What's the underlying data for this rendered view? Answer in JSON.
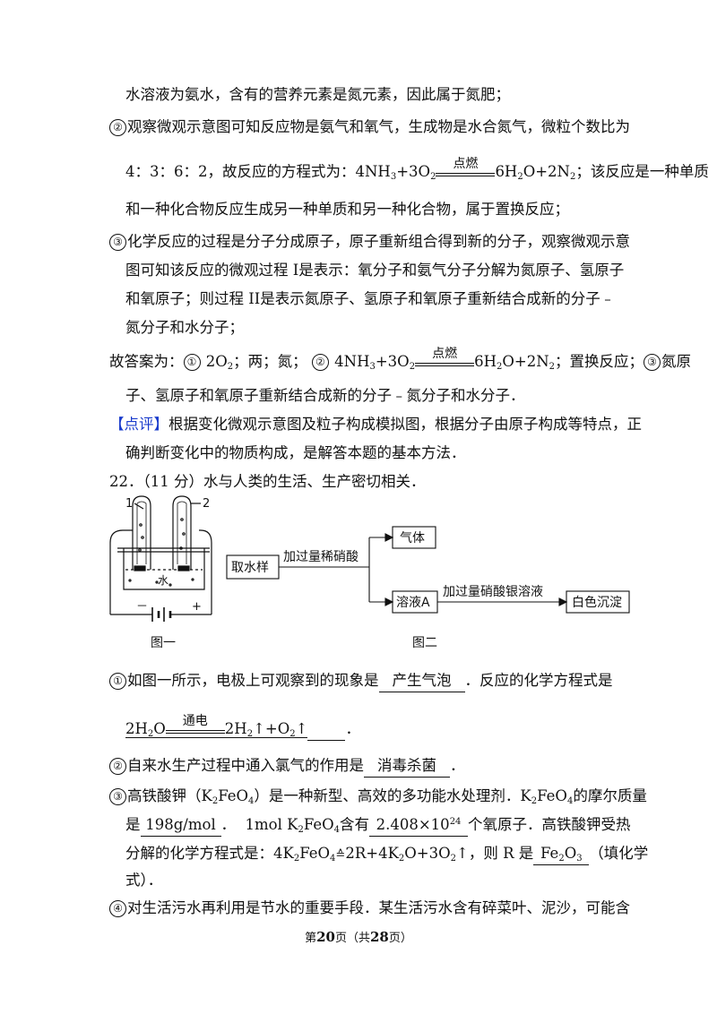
{
  "lines": {
    "l1": "水溶液为氨水，含有的营养元素是氮元素，因此属于氮肥；",
    "l2_circ": "②",
    "l2": "观察微观示意图可知反应物是氨气和氧气，生成物是水合氮气，微粒个数比为",
    "l3_pre": "4：3：6：2，故反应的方程式为：4NH",
    "l3_cond": "点燃",
    "l3_post": "；该反应是一种单质",
    "l4": "和一种化合物反应生成另一种单质和另一种化合物，属于置换反应；",
    "l5_circ": "③",
    "l5": "化学反应的过程是分子分成原子，原子重新组合得到新的分子，观察微观示意",
    "l6": "图可知该反应的微观过程  I是表示：氧分子和氨气分子分解为氮原子、氢原子",
    "l7": "和氧原子；则过程  II是表示氮原子、氢原子和氧原子重新结合成新的分子﹣",
    "l8": "氮分子和水分子；",
    "l9_pre": "故答案为：",
    "l9_a": "2O",
    "l9_b": "；两；氮；",
    "l9_c": "4NH",
    "l9_cond": "点燃",
    "l9_d": "；置换反应；",
    "l9_e": "氮原",
    "l10": "子、氢原子和氧原子重新结合成新的分子﹣氮分子和水分子．",
    "l11_tag": "【点评】",
    "l11": "根据变化微观示意图及粒子构成模拟图，根据分子由原子构成等特点，正",
    "l12": "确判断变化中的物质构成，是解答本题的基本方法．",
    "l13": "22．（11 分）水与人类的生活、生产密切相关．",
    "q1_a": "如图一所示，电极上可观察到的现象是",
    "q1_ans": "产生气泡",
    "q1_b": "．反应的化学方程式是",
    "q1_cond": "通电",
    "q2_a": "自来水生产过程中通入氯气的作用是",
    "q2_ans": "消毒杀菌",
    "q3_a": "高铁酸钾（K",
    "q3_b": "）是一种新型、高效的多功能水处理剂．K",
    "q3_c": "的摩尔质量",
    "q3_d": "是",
    "q3_ans1": "198g/mol",
    "q3_e": "1mol K",
    "q3_f": "含有",
    "q3_ans2": "2.408×10",
    "q3_g": "个氧原子．高铁酸钾受热",
    "q3_h": "分解的化学方程式是：4K",
    "q3_i": "2R+4K",
    "q3_j": "，则 R 是",
    "q3_ans3": "Fe",
    "q3_k": "（填化学",
    "q3_l": "式）．",
    "q4_a": "对生活污水再利用是节水的重要手段．某生活污水含有碎菜叶、泥沙，可能含"
  },
  "figure1": {
    "label": "图一",
    "tube1": "1",
    "tube2": "2",
    "water": "水",
    "minus": "－",
    "plus": "+"
  },
  "figure2": {
    "label": "图二",
    "start": "取水样",
    "arrow1": "加过量稀硝酸",
    "gas": "气体",
    "solution": "溶液A",
    "arrow2": "加过量硝酸银溶液",
    "precipitate": "白色沉淀"
  },
  "footer": {
    "pre": "第",
    "page": "20",
    "mid": "页（共",
    "total": "28",
    "post": "页）"
  }
}
